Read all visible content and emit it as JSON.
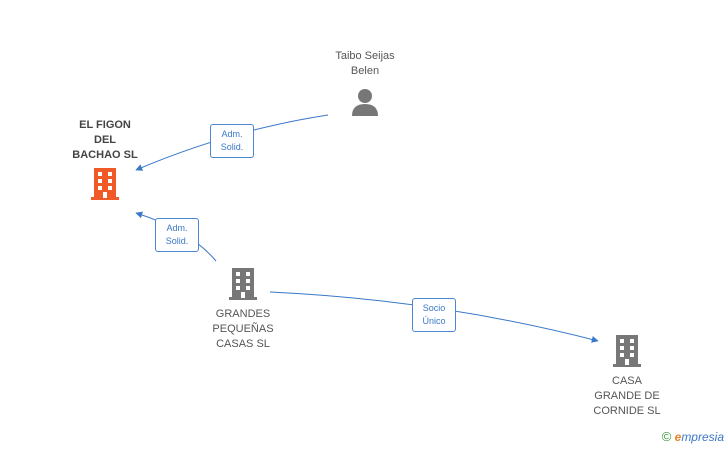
{
  "nodes": {
    "el_figon": {
      "label": "EL FIGON\nDEL\nBACHAO SL",
      "icon": "building-icon",
      "color": "#f05a28"
    },
    "taibo": {
      "label": "Taibo Seijas\nBelen",
      "icon": "person-icon",
      "color": "#777777"
    },
    "grandes": {
      "label": "GRANDES\nPEQUEÑAS\nCASAS SL",
      "icon": "building-icon",
      "color": "#777777"
    },
    "casa_grande": {
      "label": "CASA\nGRANDE DE\nCORNIDE SL",
      "icon": "building-icon",
      "color": "#777777"
    }
  },
  "edges": [
    {
      "from": "taibo",
      "to": "el_figon",
      "label": "Adm.\nSolid."
    },
    {
      "from": "grandes",
      "to": "el_figon",
      "label": "Adm.\nSolid."
    },
    {
      "from": "grandes",
      "to": "casa_grande",
      "label": "Socio\nÚnico"
    }
  ],
  "colors": {
    "edge": "#3a78c8"
  },
  "watermark": {
    "copyright": "©",
    "brand_initial": "e",
    "brand_rest": "mpresia"
  }
}
